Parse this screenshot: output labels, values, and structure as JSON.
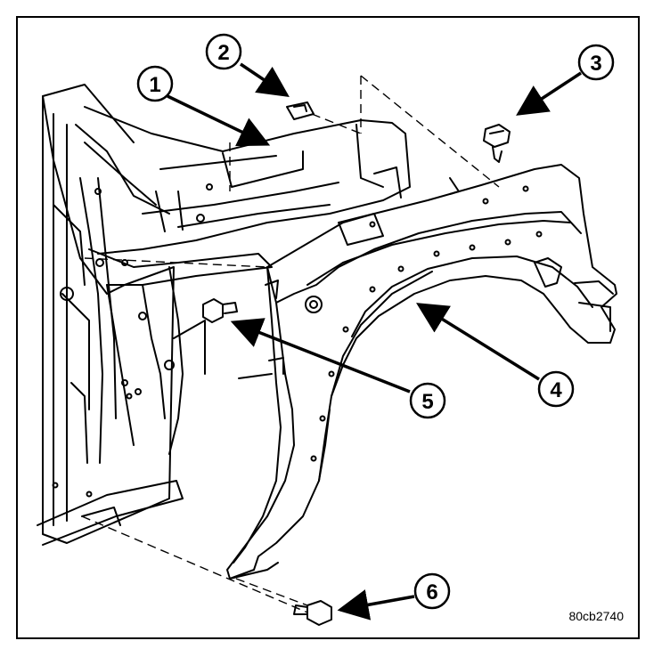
{
  "figure": {
    "reference_code": "80cb2740"
  },
  "callouts": [
    {
      "id": "1",
      "part": "fender-support-rail"
    },
    {
      "id": "2",
      "part": "clip-nut"
    },
    {
      "id": "3",
      "part": "upper-bolt"
    },
    {
      "id": "4",
      "part": "front-fender"
    },
    {
      "id": "5",
      "part": "rear-bolt"
    },
    {
      "id": "6",
      "part": "lower-bolt"
    }
  ],
  "colors": {
    "line": "#000000",
    "paper": "#ffffff"
  }
}
